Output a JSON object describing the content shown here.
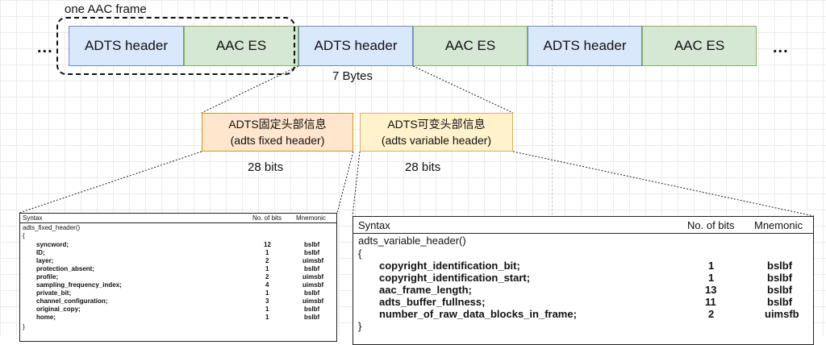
{
  "frame_label": "one AAC frame",
  "ellipsis_left": "...",
  "ellipsis_right": "...",
  "stream": [
    {
      "label": "ADTS header",
      "type": "header"
    },
    {
      "label": "AAC ES",
      "type": "es"
    },
    {
      "label": "ADTS header",
      "type": "header"
    },
    {
      "label": "AAC ES",
      "type": "es"
    },
    {
      "label": "ADTS header",
      "type": "header"
    },
    {
      "label": "AAC ES",
      "type": "es"
    }
  ],
  "header_size": "7 Bytes",
  "fixed": {
    "line1": "ADTS固定头部信息",
    "line2": "(adts fixed header)",
    "bits": "28 bits"
  },
  "variable": {
    "line1": "ADTS可变头部信息",
    "line2": "(adts variable header)",
    "bits": "28 bits"
  },
  "table_fixed": {
    "col_syntax": "Syntax",
    "col_bits": "No. of bits",
    "col_mnemonic": "Mnemonic",
    "func": "adts_fixed_header()",
    "open": "{",
    "close": "}",
    "rows": [
      {
        "name": "syncword;",
        "bits": "12",
        "mnemonic": "bslbf"
      },
      {
        "name": "ID;",
        "bits": "1",
        "mnemonic": "bslbf"
      },
      {
        "name": "layer;",
        "bits": "2",
        "mnemonic": "uimsbf"
      },
      {
        "name": "protection_absent;",
        "bits": "1",
        "mnemonic": "bslbf"
      },
      {
        "name": "profile;",
        "bits": "2",
        "mnemonic": "uimsbf"
      },
      {
        "name": "sampling_frequency_index;",
        "bits": "4",
        "mnemonic": "uimsbf"
      },
      {
        "name": "private_bit;",
        "bits": "1",
        "mnemonic": "bslbf"
      },
      {
        "name": "channel_configuration;",
        "bits": "3",
        "mnemonic": "uimsbf"
      },
      {
        "name": "original_copy;",
        "bits": "1",
        "mnemonic": "bslbf"
      },
      {
        "name": "home;",
        "bits": "1",
        "mnemonic": "bslbf"
      }
    ]
  },
  "table_variable": {
    "col_syntax": "Syntax",
    "col_bits": "No. of bits",
    "col_mnemonic": "Mnemonic",
    "func": "adts_variable_header()",
    "open": "{",
    "close": "}",
    "rows": [
      {
        "name": "copyright_identification_bit;",
        "bits": "1",
        "mnemonic": "bslbf"
      },
      {
        "name": "copyright_identification_start;",
        "bits": "1",
        "mnemonic": "bslbf"
      },
      {
        "name": "aac_frame_length;",
        "bits": "13",
        "mnemonic": "bslbf"
      },
      {
        "name": "adts_buffer_fullness;",
        "bits": "11",
        "mnemonic": "bslbf"
      },
      {
        "name": "number_of_raw_data_blocks_in_frame;",
        "bits": "2",
        "mnemonic": "uimsfb"
      }
    ]
  }
}
